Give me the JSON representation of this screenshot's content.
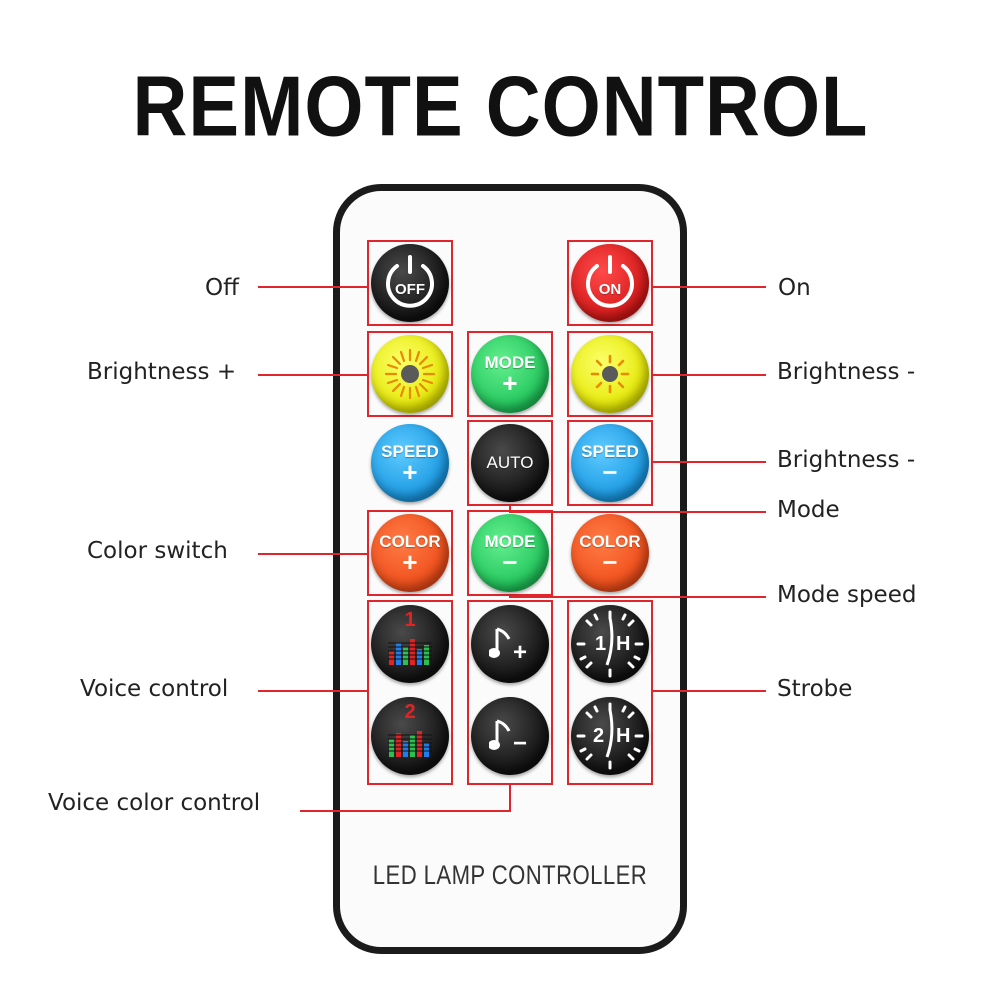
{
  "title": "REMOTE CONTROL",
  "remote_label": "LED LAMP CONTROLLER",
  "labels": {
    "off": "Off",
    "on": "On",
    "brightness_plus": "Brightness +",
    "brightness_minus_1": "Brightness -",
    "brightness_minus_2": "Brightness -",
    "mode": "Mode",
    "color_switch": "Color switch",
    "mode_speed": "Mode speed",
    "voice_control": "Voice control",
    "strobe": "Strobe",
    "voice_color_control": "Voice color control"
  },
  "buttons": {
    "off": "OFF",
    "on": "ON",
    "mode_plus": {
      "text": "MODE",
      "sign": "+"
    },
    "speed_plus": {
      "text": "SPEED",
      "sign": "+"
    },
    "auto": "AUTO",
    "speed_minus": {
      "text": "SPEED",
      "sign": "−"
    },
    "color_plus": {
      "text": "COLOR",
      "sign": "+"
    },
    "mode_minus": {
      "text": "MODE",
      "sign": "−"
    },
    "color_minus": {
      "text": "COLOR",
      "sign": "−"
    },
    "voice_1": "1",
    "voice_2": "2",
    "note_plus": "+",
    "note_minus": "−",
    "strobe_1h": {
      "num": "1",
      "unit": "H"
    },
    "strobe_2h": {
      "num": "2",
      "unit": "H"
    }
  },
  "colors": {
    "accent_red": "#e0252d",
    "off_button": "#1a1a1a",
    "on_button": "#e52222",
    "brightness_button": "#eef000",
    "mode_button": "#2fd467",
    "speed_button": "#2aa9ef",
    "color_button": "#f2591f"
  },
  "icons": {
    "power": "power-icon",
    "brightness": "sun-icon",
    "equalizer": "equalizer-icon",
    "music_note": "music-note-icon",
    "clock": "clock-icon"
  }
}
